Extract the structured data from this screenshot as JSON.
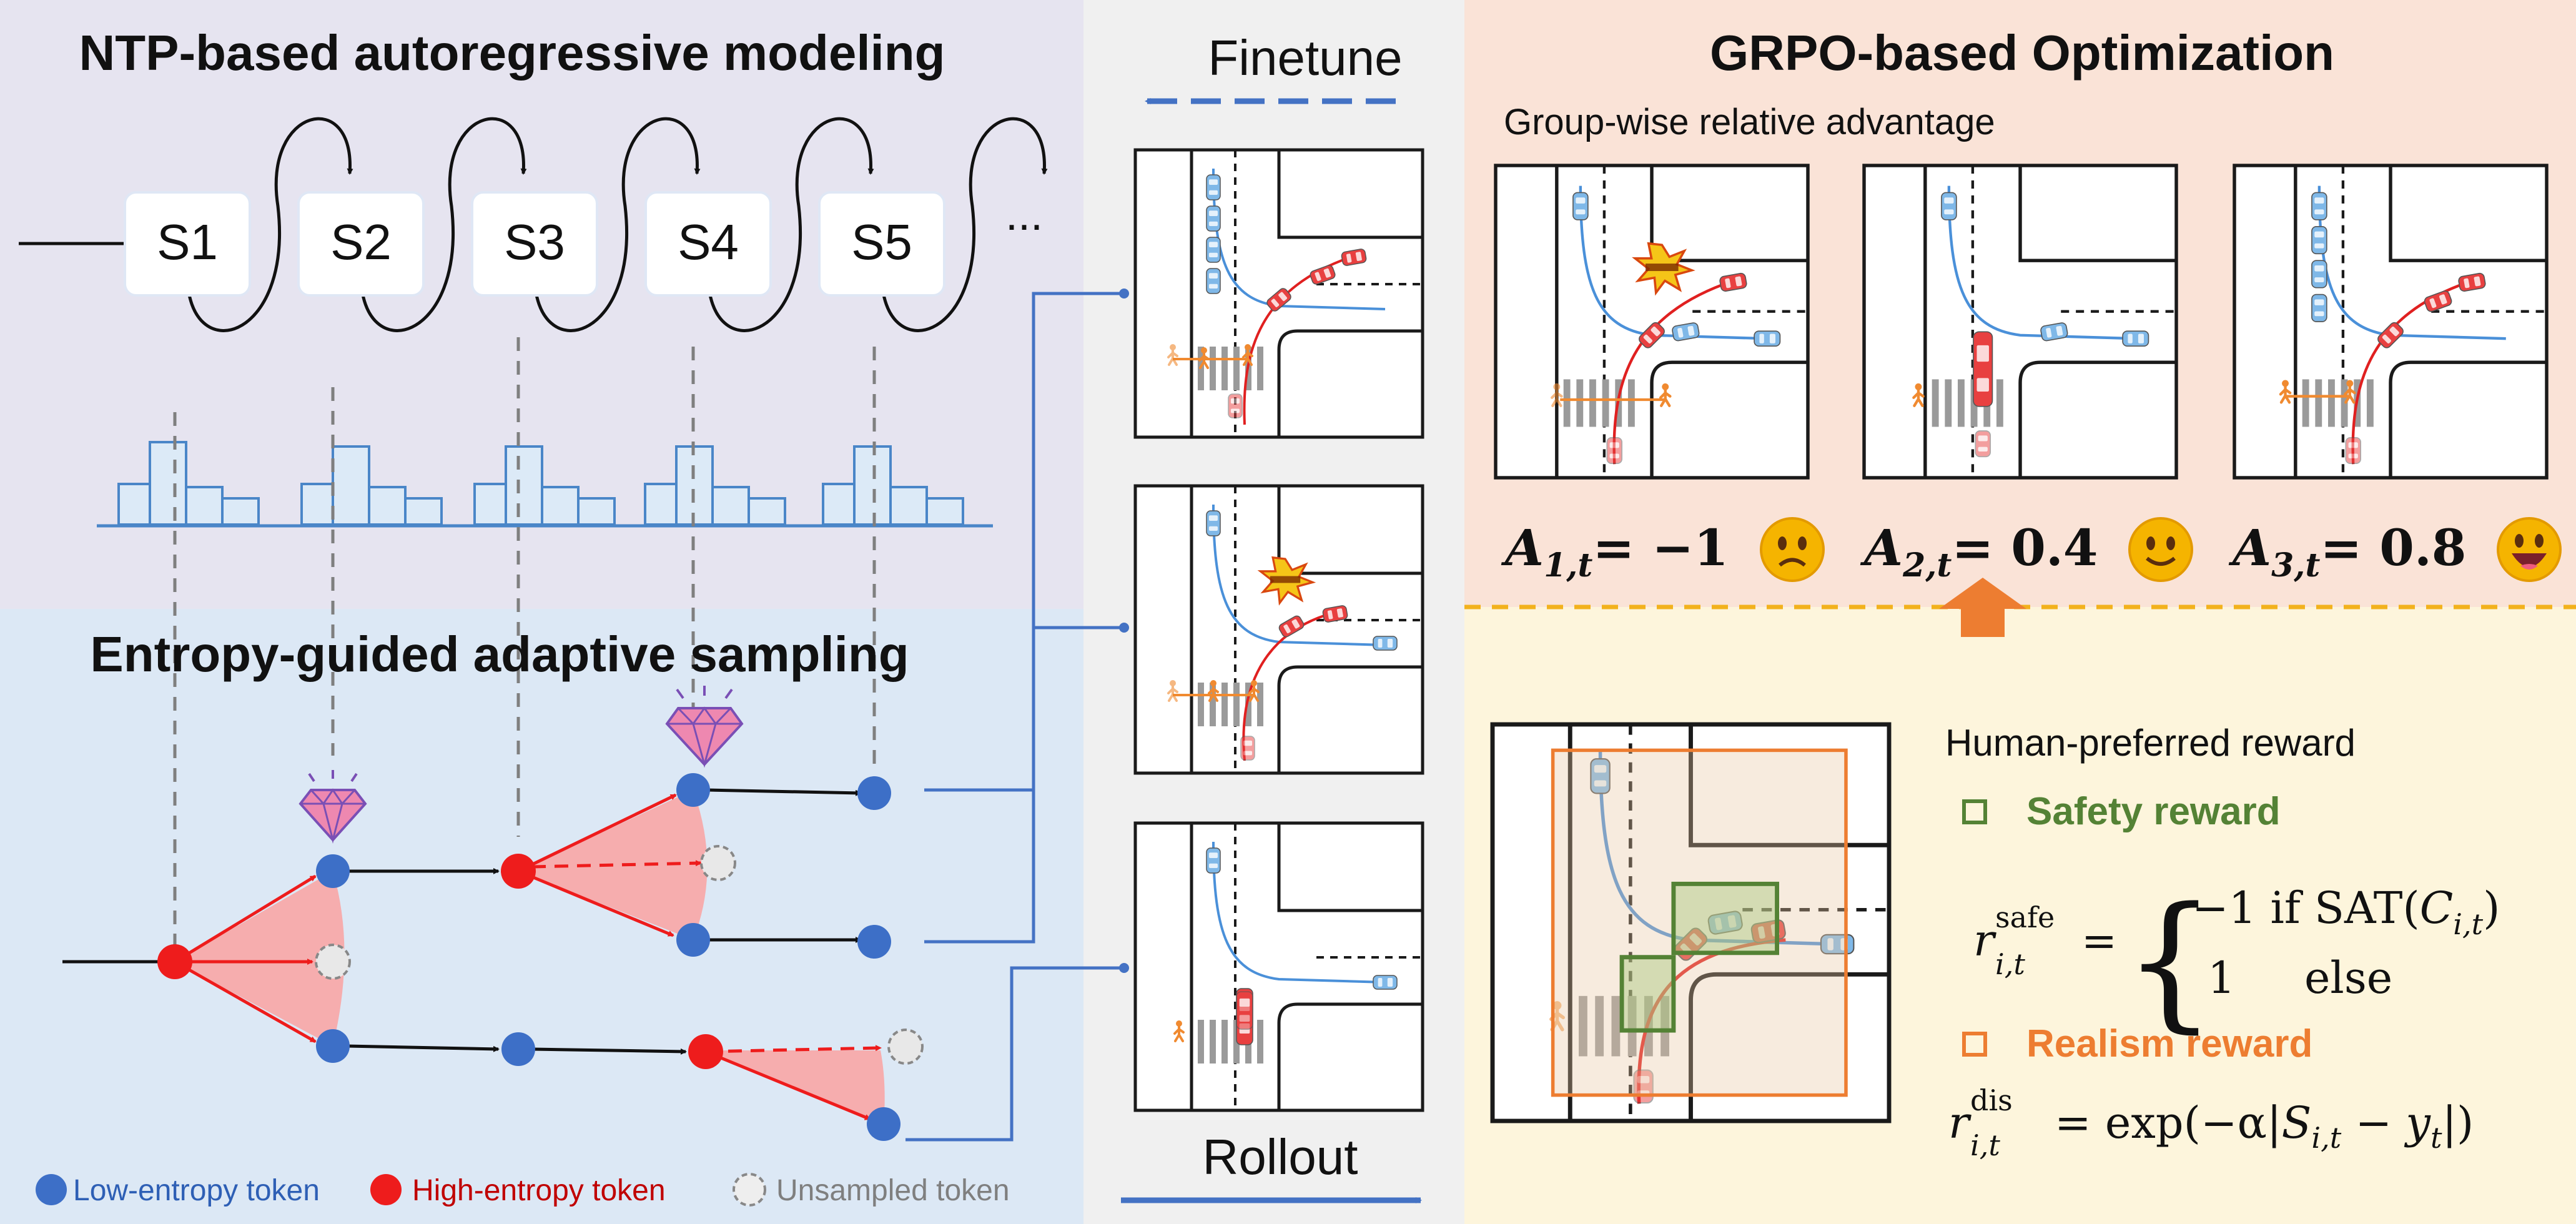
{
  "left_panel": {
    "top_title": "NTP-based autoregressive modeling",
    "states": [
      "S1",
      "S2",
      "S3",
      "S4",
      "S5"
    ],
    "ellipsis": "...",
    "bottom_title": "Entropy-guided adaptive sampling",
    "legend": {
      "low": "Low-entropy token",
      "high": "High-entropy token",
      "unsampled": "Unsampled token"
    }
  },
  "middle_panel": {
    "finetune_label": "Finetune",
    "rollout_label": "Rollout"
  },
  "right_panel": {
    "title": "GRPO-based Optimization",
    "subtitle": "Group-wise relative advantage",
    "advantages": [
      {
        "symbol": "A",
        "sub": "1,t",
        "value": "= −1",
        "face": "sad"
      },
      {
        "symbol": "A",
        "sub": "2,t",
        "value": "= 0.4",
        "face": "smile"
      },
      {
        "symbol": "A",
        "sub": "3,t",
        "value": "= 0.8",
        "face": "grin"
      }
    ],
    "reward_title": "Human-preferred reward",
    "safety_label": "Safety reward",
    "realism_label": "Realism reward",
    "safe_formula": {
      "r": "r",
      "sup": "safe",
      "sub": "i,t",
      "case1_value": "−1",
      "case1_condition": "if SAT(",
      "case1_C": "C",
      "case1_C_sub": "i,t",
      "case1_close": ")",
      "case2_value": "1",
      "case2_condition": "else"
    },
    "dis_formula": {
      "r": "r",
      "sup": "dis",
      "sub": "i,t",
      "rhs": "= exp(−α|",
      "S": "S",
      "S_sub": "i,t",
      "minus": " − ",
      "y": "y",
      "y_sub": "t",
      "close": "|)"
    }
  },
  "colors": {
    "left_top_bg": "#e6e4f0",
    "left_bottom_bg": "#dce8f5",
    "middle_bg": "#f0f0f0",
    "right_top_bg": "#fae3d7",
    "right_bottom_bg": "#fdf5dc",
    "low_entropy": "#3d6fc7",
    "high_entropy": "#ee1c1c",
    "safety_green": "#548235",
    "realism_orange": "#ed7d31",
    "link_blue": "#4472c4"
  }
}
